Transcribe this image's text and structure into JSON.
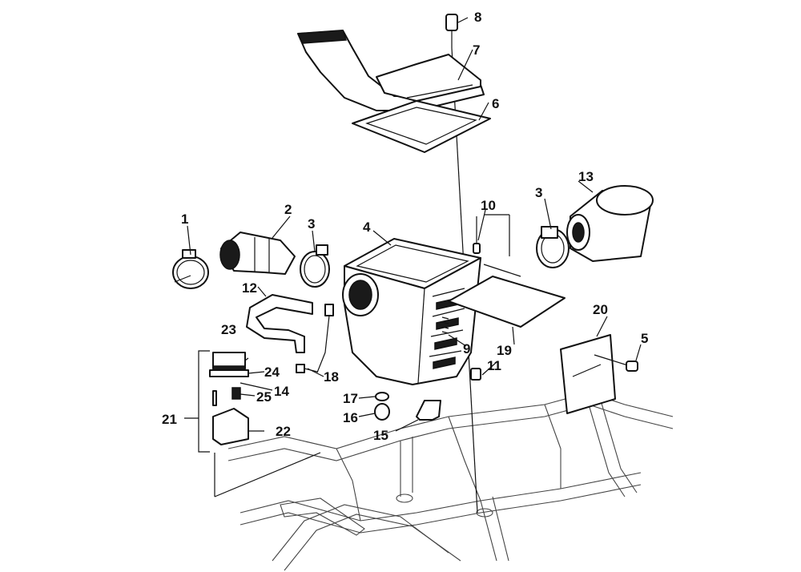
{
  "callouts": {
    "c1": "1",
    "c2": "2",
    "c3a": "3",
    "c3b": "3",
    "c4": "4",
    "c5": "5",
    "c6": "6",
    "c7": "7",
    "c8": "8",
    "c9": "9",
    "c10": "10",
    "c11": "11",
    "c12": "12",
    "c13": "13",
    "c14": "14",
    "c15": "15",
    "c16": "16",
    "c17": "17",
    "c18": "18",
    "c19": "19",
    "c20": "20",
    "c21": "21",
    "c22": "22",
    "c23": "23",
    "c24": "24",
    "c25": "25"
  },
  "colors": {
    "ink": "#111111",
    "frame": "#444444",
    "background": "#ffffff"
  }
}
